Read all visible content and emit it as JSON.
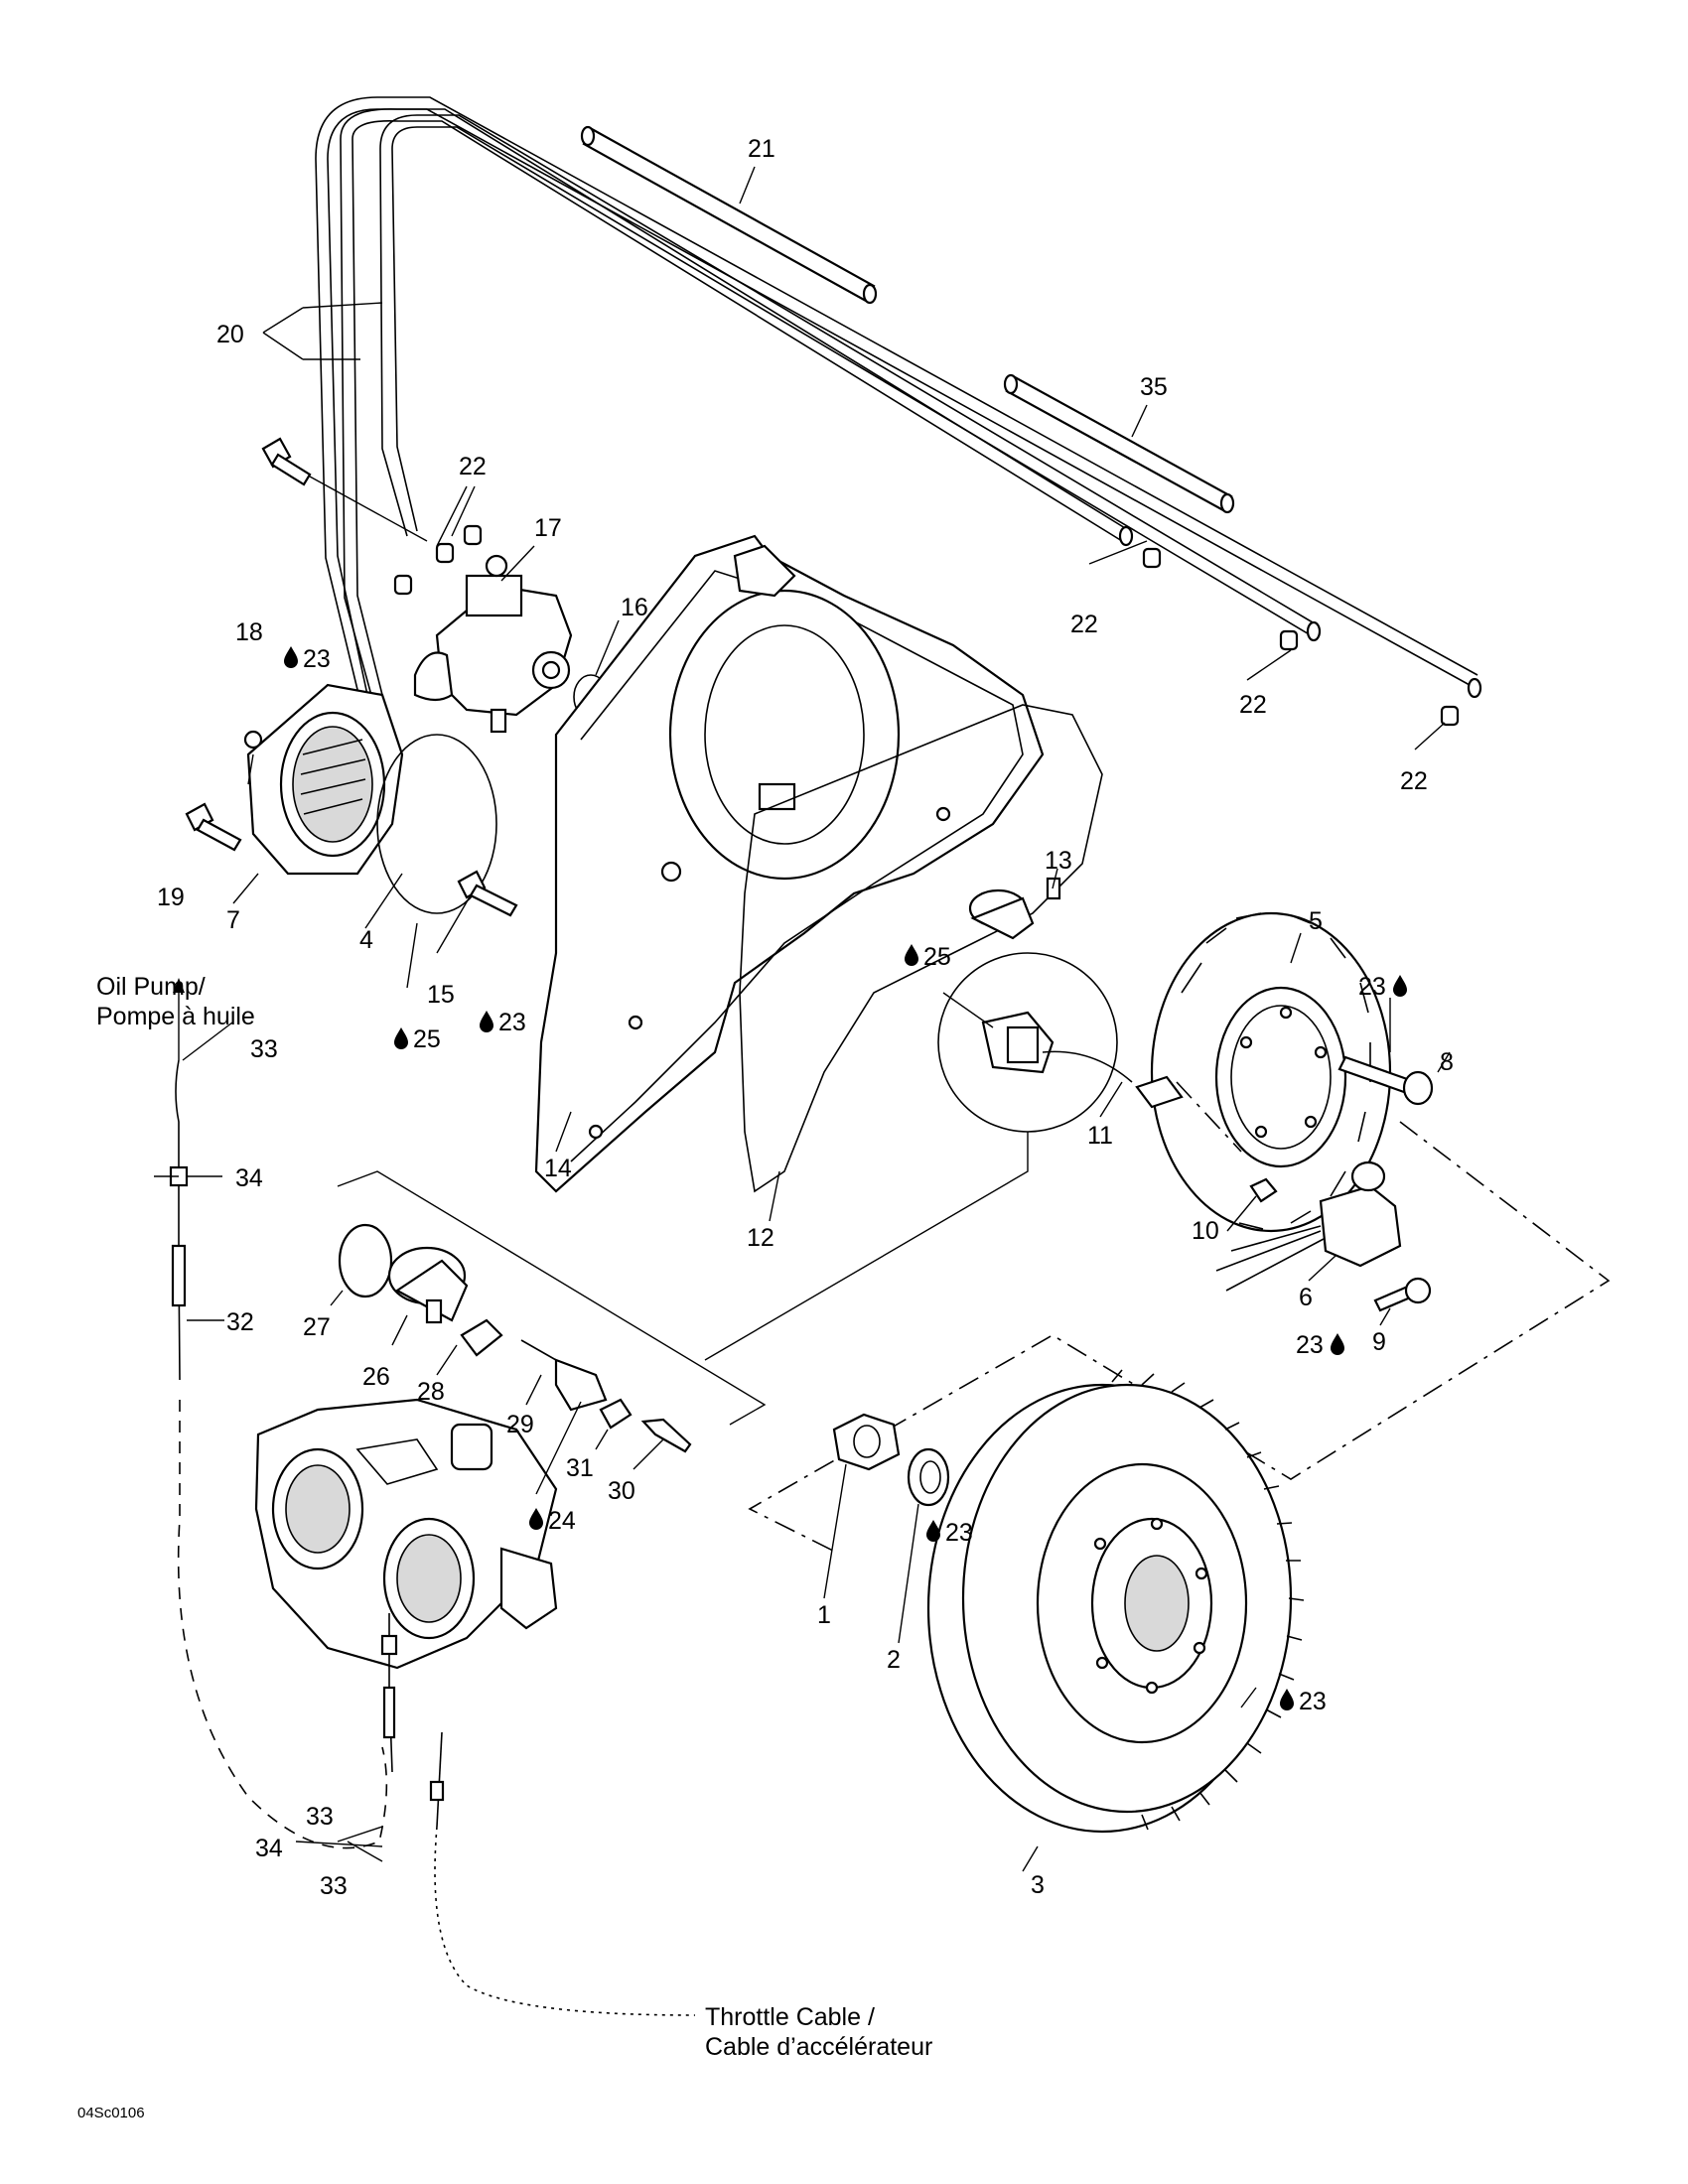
{
  "callouts": {
    "c1": "1",
    "c2": "2",
    "c3": "3",
    "c4": "4",
    "c5": "5",
    "c6": "6",
    "c7": "7",
    "c8": "8",
    "c9": "9",
    "c10": "10",
    "c11": "11",
    "c12": "12",
    "c13": "13",
    "c14": "14",
    "c15": "15",
    "c16": "16",
    "c17": "17",
    "c18": "18",
    "c19": "19",
    "c20": "20",
    "c21": "21",
    "c22a": "22",
    "c22b": "22",
    "c22c": "22",
    "c22d": "22",
    "c26": "26",
    "c27": "27",
    "c28": "28",
    "c29": "29",
    "c30": "30",
    "c31": "31",
    "c32": "32",
    "c33a": "33",
    "c33b": "33",
    "c33c": "33",
    "c34a": "34",
    "c34b": "34",
    "c35": "35"
  },
  "torque_refs": {
    "t18": "23",
    "t15": "23",
    "t4": "25",
    "t13": "25",
    "t8": "23",
    "t9": "23",
    "t29": "24",
    "t1": "23",
    "t3": "23"
  },
  "notes": {
    "oil_pump_line1": "Oil Pump/",
    "oil_pump_line2": "Pompe à huile",
    "throttle_line1": "Throttle Cable /",
    "throttle_line2": "Cable d’accélérateur"
  },
  "figure_code": "04Sc0106",
  "icons": {
    "torque": "oil-drop-icon"
  }
}
